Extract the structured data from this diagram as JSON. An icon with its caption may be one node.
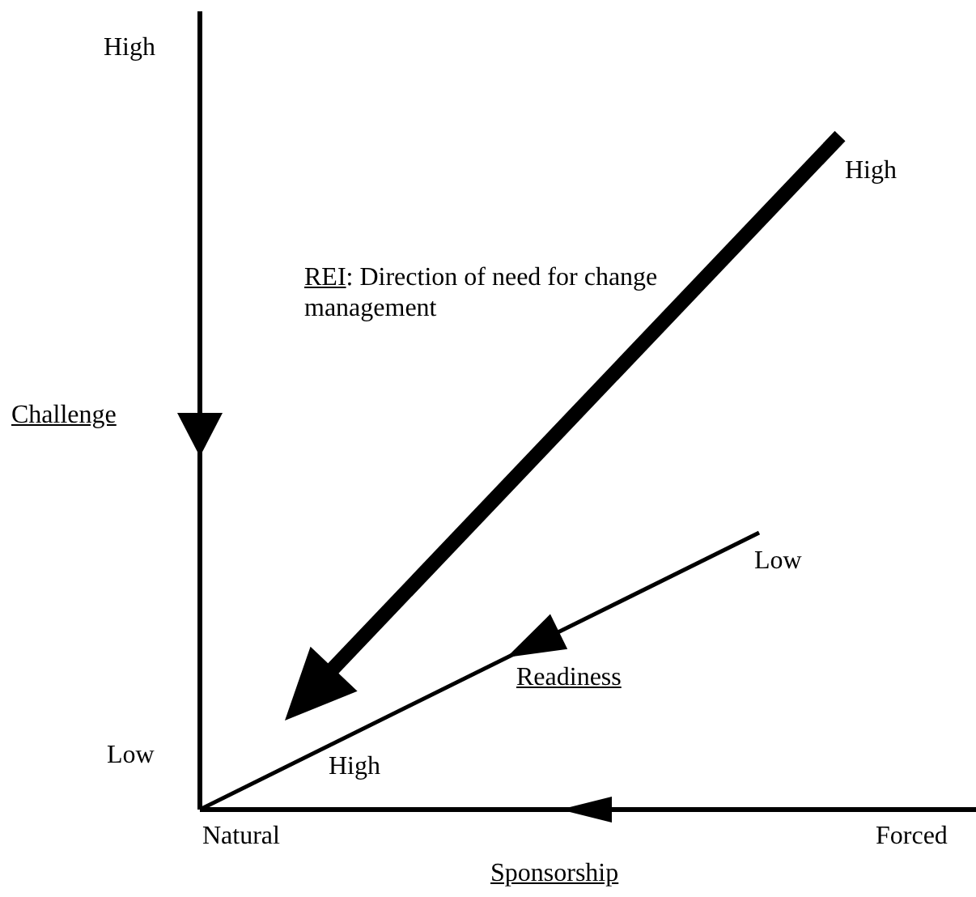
{
  "diagram": {
    "labels": [
      "High",
      "High",
      "REI: Direction of need for change management",
      "Challenge",
      "Low",
      "Readiness",
      "Low",
      "High",
      "Natural",
      "Forced",
      "Sponsorship"
    ]
  }
}
